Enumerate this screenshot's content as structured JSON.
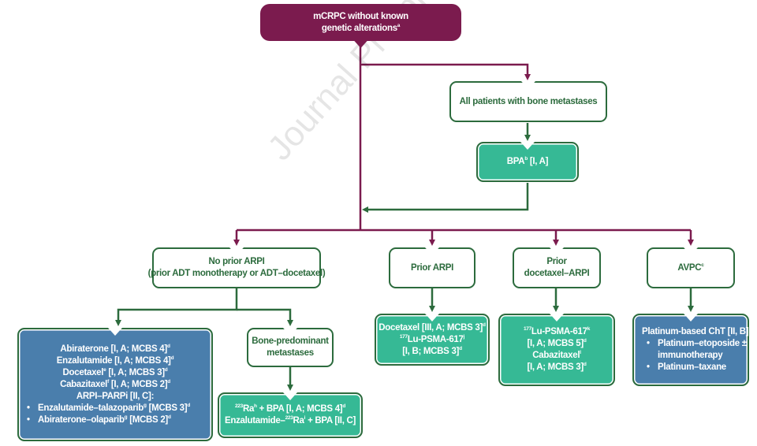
{
  "watermark": "Journal Pre-proof",
  "colors": {
    "root": "#7b1b4e",
    "connector_primary": "#7b1b4e",
    "connector_secondary": "#2c6b3d",
    "box_outline": "#2c6b3d",
    "teal_fill": "#36b995",
    "blue_fill": "#4a7eac"
  },
  "root": {
    "line1": "mCRPC without known",
    "line2": "genetic alterations",
    "line2_sup": "a"
  },
  "bone": {
    "label": "All patients with bone metastases",
    "bpa": {
      "text": "BPA",
      "sup": "b",
      "evidence": " [I, A]"
    }
  },
  "branches": {
    "no_prior_arpi": {
      "line1": "No prior ARPI",
      "line2": "(prior ADT monotherapy or ADT–docetaxel)"
    },
    "prior_arpi": {
      "label": "Prior ARPI"
    },
    "prior_doc_arpi": {
      "line1": "Prior",
      "line2": "docetaxel–ARPI"
    },
    "avpc": {
      "label": "AVPC",
      "sup": "c"
    }
  },
  "no_prior_treatments": {
    "lines": [
      {
        "text": "Abiraterone [I, A; MCBS 4]",
        "sup": "d"
      },
      {
        "text": "Enzalutamide [I, A; MCBS 4]",
        "sup": "d"
      },
      {
        "pre": "Docetaxel",
        "pre_sup": "e",
        "text": " [I, A; MCBS 3]",
        "sup": "d"
      },
      {
        "pre": "Cabazitaxel",
        "pre_sup": "f",
        "text": " [I, A; MCBS 2]",
        "sup": "d"
      },
      {
        "text": "ARPI–PARPi [II, C]:",
        "sup": ""
      }
    ],
    "bullets": [
      {
        "pre": "Enzalutamide–talazoparib",
        "pre_sup": "g",
        "text": " [MCBS 3]",
        "sup": "d"
      },
      {
        "pre": "Abiraterone–olaparib",
        "pre_sup": "g",
        "text": " [MCBS 2]",
        "sup": "d"
      }
    ]
  },
  "bone_predominant": {
    "line1": "Bone-predominant",
    "line2": "metastases"
  },
  "radium": {
    "l1_sup_pre": "223",
    "l1_a": "Ra",
    "l1_sup_a": "h",
    "l1_b": " + BPA [I, A; MCBS 4]",
    "l1_sup_b": "d",
    "l2_a": "Enzalutamide–",
    "l2_sup_pre": "223",
    "l2_b": "Ra",
    "l2_sup_b": "i",
    "l2_c": " + BPA [II, C]"
  },
  "prior_arpi_treatments": {
    "l1": "Docetaxel [III, A; MCBS 3]",
    "l1_sup": "d",
    "l2_sup_pre": "177",
    "l2": "Lu-PSMA-617",
    "l2_sup": "j",
    "l3": "[I, B; MCBS 3]",
    "l3_sup": "d"
  },
  "prior_doc_arpi_treatments": {
    "l1_sup_pre": "177",
    "l1": "Lu-PSMA-617",
    "l1_sup": "k",
    "l2": "[I, A; MCBS 5]",
    "l2_sup": "d",
    "l3": "Cabazitaxel",
    "l3_sup": "l",
    "l4": "[I, A; MCBS 3]",
    "l4_sup": "d"
  },
  "avpc_treatments": {
    "heading": "Platinum-based ChT [II, B]:",
    "bullets": [
      "Platinum–etoposide ±",
      "Platinum–taxane"
    ],
    "bullet1_cont": "immunotherapy"
  }
}
